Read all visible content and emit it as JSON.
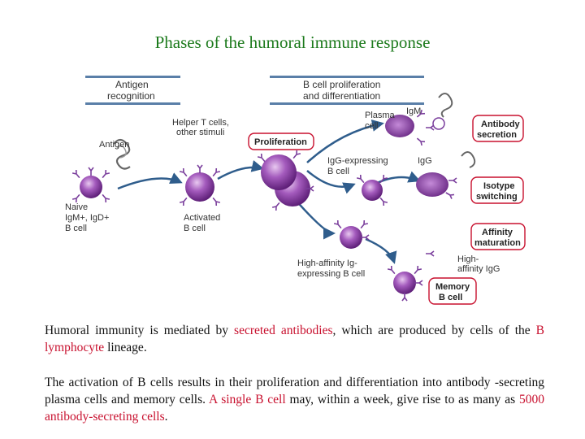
{
  "title": "Phases of the humoral immune response",
  "colors": {
    "title": "#1c7a1c",
    "highlight": "#c8102e",
    "cell": "#8e3ea3",
    "bar": "#5a7fa8",
    "arrow": "#2f5d8c"
  },
  "diagram": {
    "headers": {
      "antigen_recognition": [
        "Antigen",
        "recognition"
      ],
      "proliferation_differentiation": [
        "B cell proliferation",
        "and differentiation"
      ]
    },
    "boxes": {
      "proliferation": "Proliferation",
      "antibody_secretion": [
        "Antibody",
        "secretion"
      ],
      "isotype_switching": [
        "Isotype",
        "switching"
      ],
      "affinity_maturation": [
        "Affinity",
        "maturation"
      ],
      "memory_b_cell": [
        "Memory",
        "B cell"
      ]
    },
    "labels": {
      "antigen": "Antigen",
      "helper_t": [
        "Helper T cells,",
        "other stimuli"
      ],
      "naive": [
        "Naive",
        "IgM+, IgD+",
        "B cell"
      ],
      "activated": [
        "Activated",
        "B cell"
      ],
      "plasma_cell": [
        "Plasma",
        "cell"
      ],
      "igm": "IgM",
      "igg_expressing": [
        "IgG-expressing",
        "B cell"
      ],
      "igg": "IgG",
      "high_affinity_expressing": [
        "High-affinity Ig-",
        "expressing B cell"
      ],
      "high_affinity_igg": [
        "High-",
        "affinity IgG"
      ]
    }
  },
  "paragraphs": {
    "p1": {
      "t1": "Humoral immunity is mediated by ",
      "h1": "secreted antibodies",
      "t2": ", which are produced by cells of the ",
      "h2": "B lymphocyte",
      "t3": " lineage."
    },
    "p2": {
      "t1": "The activation of B cells results in their proliferation and differentiation into antibody -secreting plasma cells and memory cells. ",
      "h1": "A single B cell",
      "t2": " may, within a week, give rise to as many as ",
      "h2": "5000 antibody-secreting cells",
      "t3": "."
    }
  }
}
